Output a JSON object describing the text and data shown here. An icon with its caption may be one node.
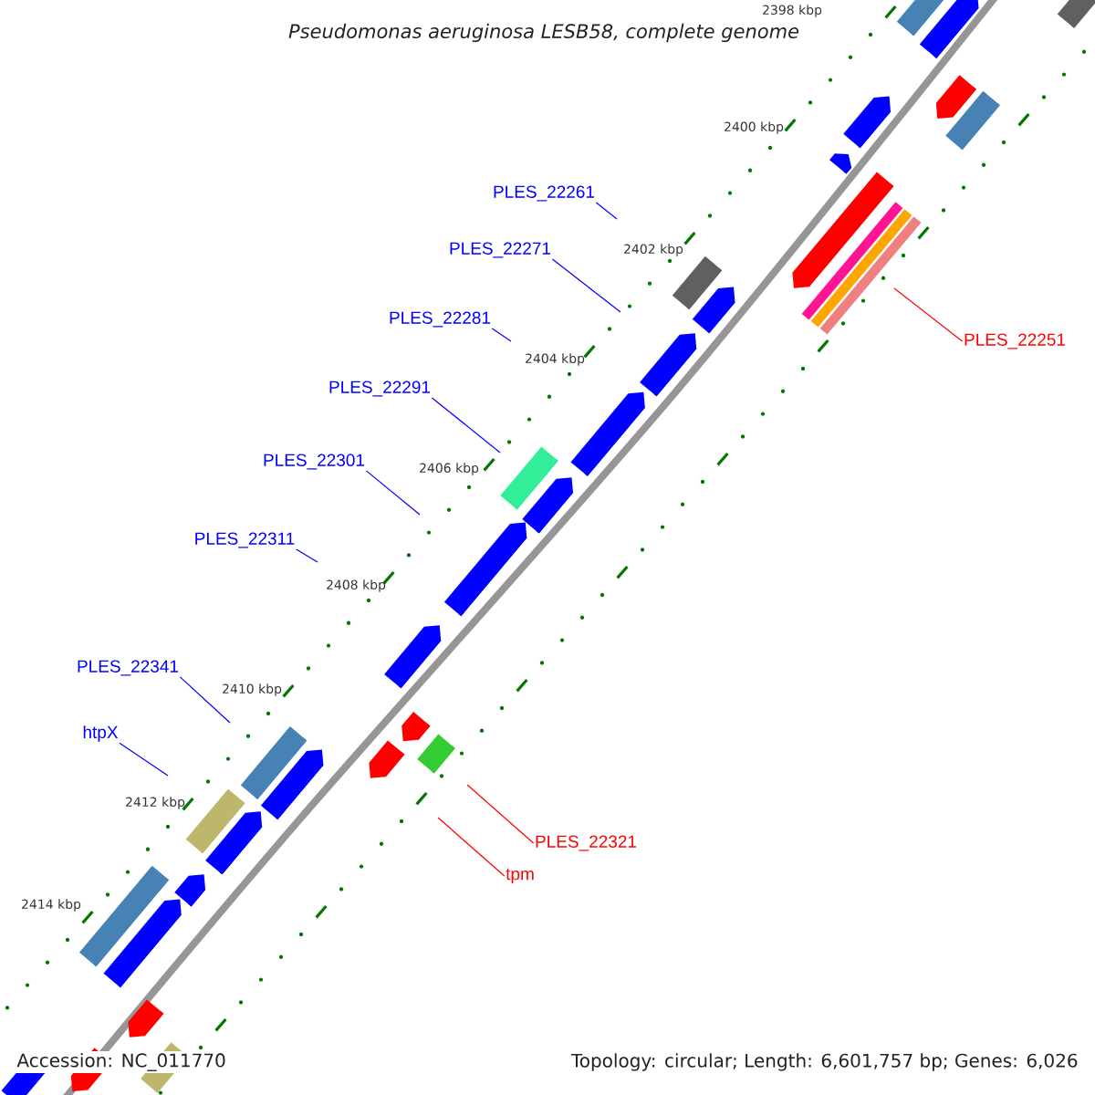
{
  "diagram": {
    "title": "Pseudomonas aeruginosa LESB58, complete genome",
    "nodes": [
      {
        "text": [
          "PLES_22261"
        ]
      },
      {
        "text": [
          "PLES_22271"
        ]
      },
      {
        "text": [
          "PLES_22281"
        ]
      },
      {
        "text": [
          "PLES_22251"
        ]
      },
      {
        "text": [
          "PLES_22291"
        ]
      },
      {
        "text": [
          "PLES_22301"
        ]
      },
      {
        "text": [
          "PLES_22311"
        ]
      },
      {
        "text": [
          "PLES_22341"
        ]
      },
      {
        "text": [
          "htpX"
        ]
      },
      {
        "text": [
          "PLES_22321"
        ]
      },
      {
        "text": [
          "tpm"
        ]
      }
    ],
    "edges": [
      {
        "from": 0,
        "to": null,
        "arrow": "none"
      },
      {
        "from": 1,
        "to": null,
        "arrow": "none"
      },
      {
        "from": 2,
        "to": null,
        "arrow": "none"
      },
      {
        "from": 3,
        "to": null,
        "arrow": "none",
        "color": "#ff0000"
      },
      {
        "from": 4,
        "to": null,
        "arrow": "none"
      },
      {
        "from": 5,
        "to": null,
        "arrow": "none"
      },
      {
        "from": 6,
        "to": null,
        "arrow": "none"
      },
      {
        "from": 7,
        "to": null,
        "arrow": "none"
      },
      {
        "from": 8,
        "to": null,
        "arrow": "none"
      },
      {
        "from": 9,
        "to": null,
        "arrow": "none",
        "color": "#ff0000"
      },
      {
        "from": 10,
        "to": null,
        "arrow": "none",
        "color": "#ff0000"
      }
    ],
    "labels": [
      "2398 kbp",
      "2400 kbp",
      "2402 kbp",
      "2404 kbp",
      "2406 kbp",
      "2408 kbp",
      "2410 kbp",
      "2412 kbp",
      "2414 kbp",
      "Accession: NC_011770",
      "Topology: circular; Length: 6,601,757 bp; Genes: 6,026"
    ]
  }
}
